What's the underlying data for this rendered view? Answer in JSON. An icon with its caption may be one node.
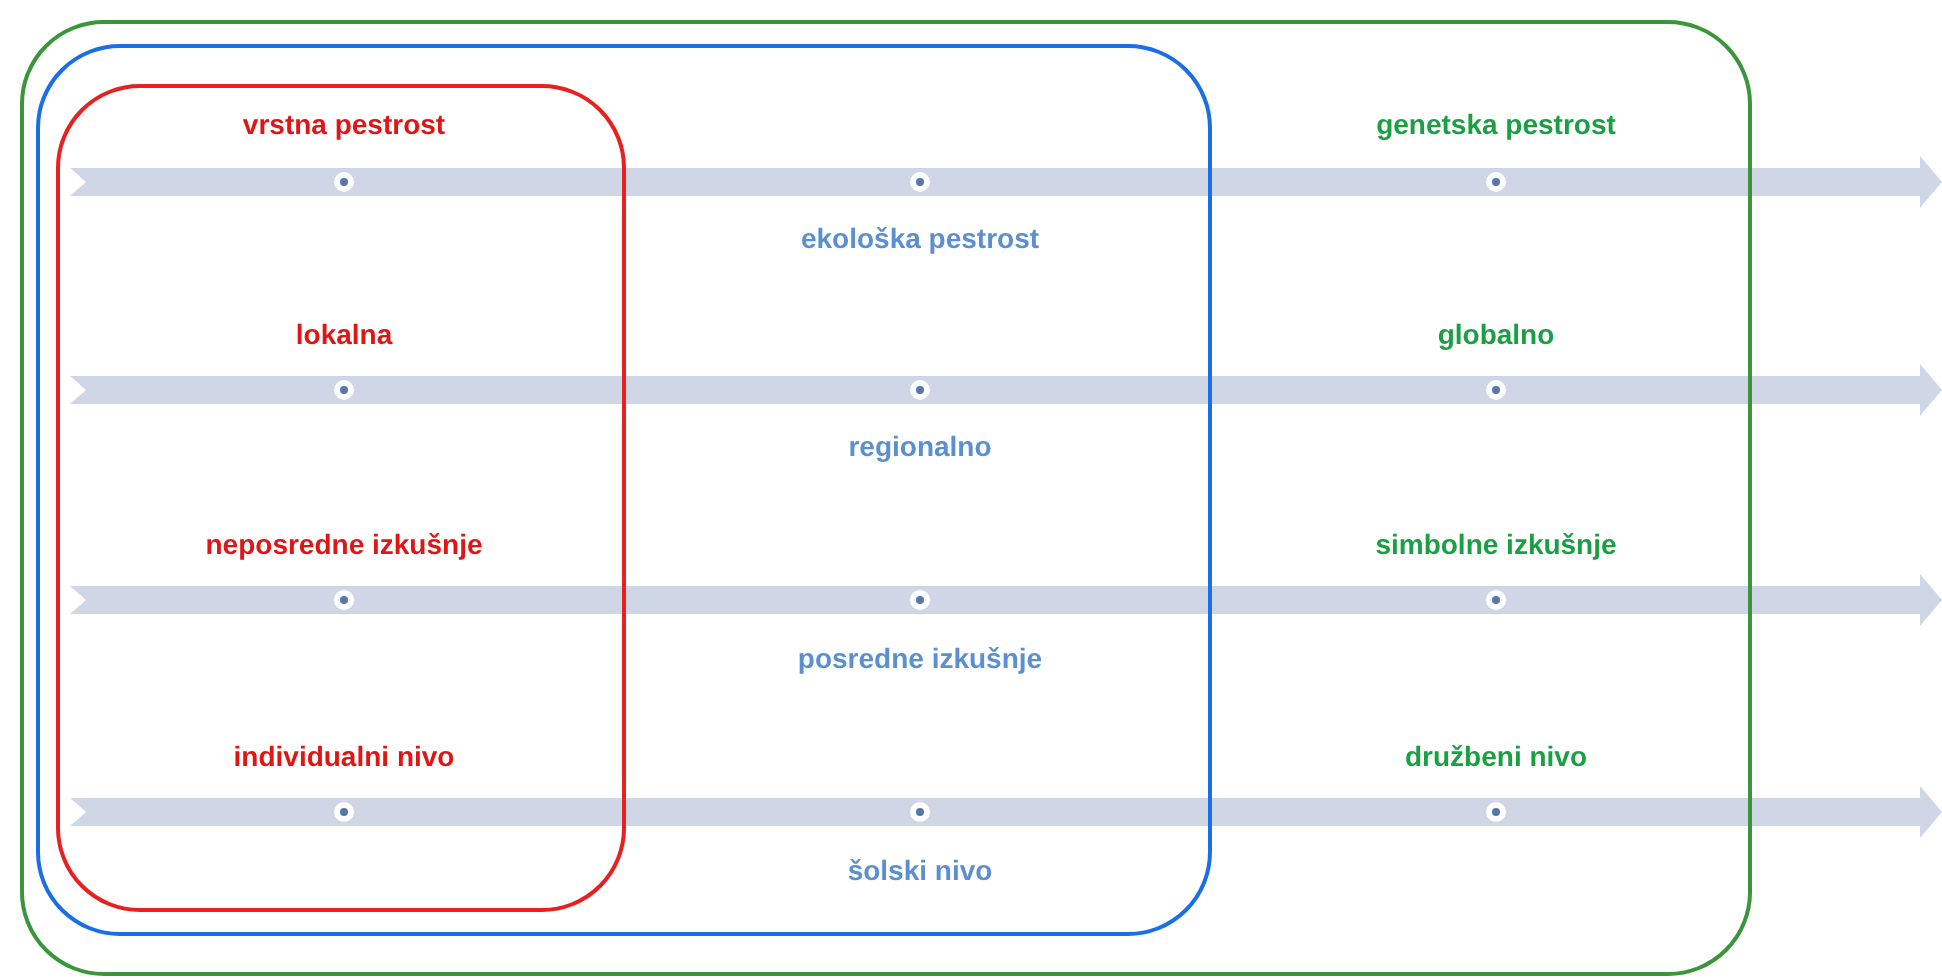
{
  "diagram": {
    "nodes": [
      {
        "text": [
          "genetska pestrost",
          "globalno",
          "simbolne izkušnje",
          "družbeni nivo"
        ]
      },
      {
        "text": [
          "ekološka pestrost",
          "regionalno",
          "posredne izkušnje",
          "šolski nivo"
        ],
        "in": 0
      },
      {
        "text": [
          "vrstna pestrost",
          "lokalna",
          "neposredne izkušnje",
          "individualni nivo"
        ],
        "in": 1
      }
    ]
  }
}
